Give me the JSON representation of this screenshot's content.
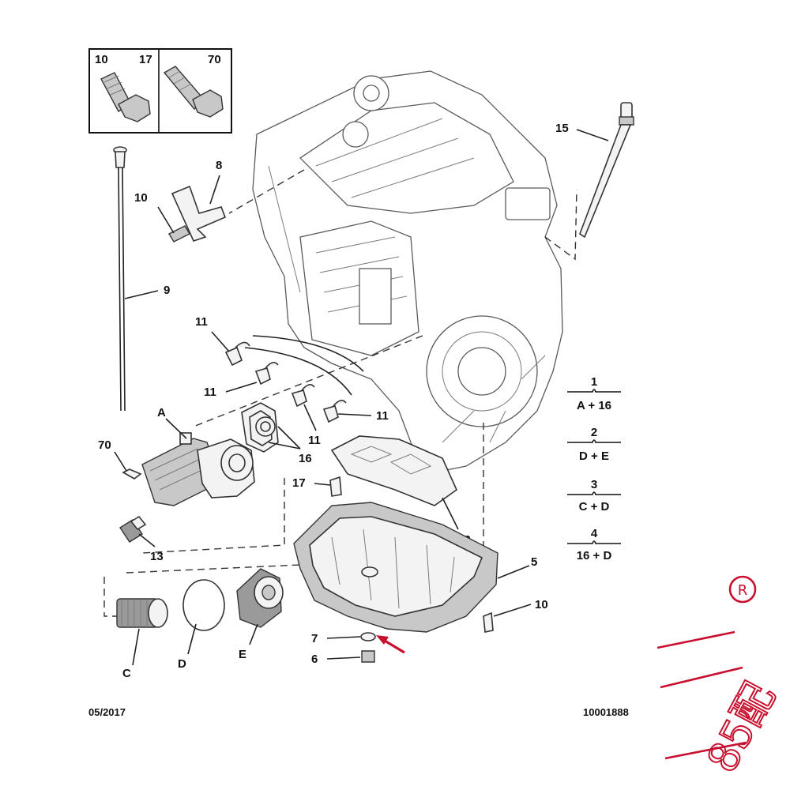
{
  "date": "05/2017",
  "reference": "10001888",
  "callouts": {
    "c10a": "10",
    "c17a": "17",
    "c70a": "70",
    "c8": "8",
    "c10b": "10",
    "c9": "9",
    "c15": "15",
    "c11a": "11",
    "c11b": "11",
    "c11c": "11",
    "c11d": "11",
    "cA": "A",
    "c70b": "70",
    "c16": "16",
    "c17b": "17",
    "c12": "12",
    "c13": "13",
    "c5": "5",
    "c10c": "10",
    "c7": "7",
    "c6": "6",
    "cC": "C",
    "cD": "D",
    "cE": "E"
  },
  "legend": [
    {
      "number": "1",
      "parts": "A + 16"
    },
    {
      "number": "2",
      "parts": "D + E"
    },
    {
      "number": "3",
      "parts": "C + D"
    },
    {
      "number": "4",
      "parts": "16 + D"
    }
  ],
  "watermark": {
    "text": "85配",
    "registered": "R",
    "color": "#c8102e"
  },
  "arrow_color": "#c8102e"
}
